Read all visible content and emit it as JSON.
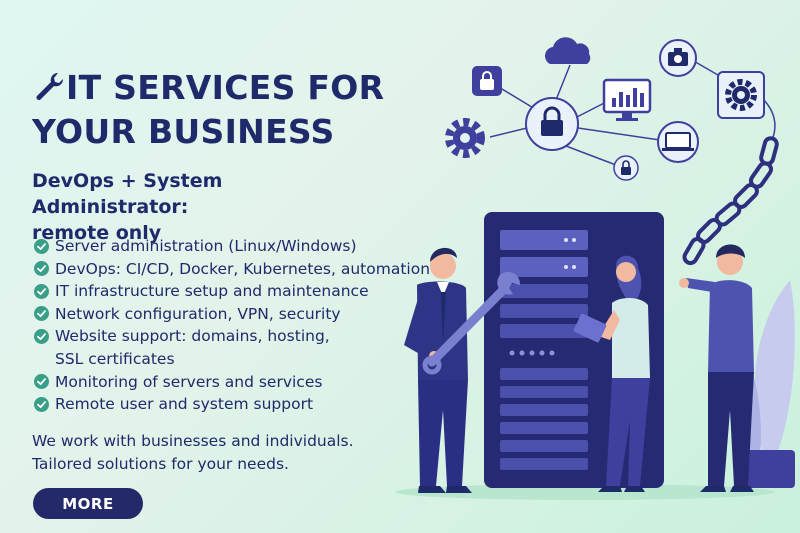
{
  "colors": {
    "navy": "#1f2a6b",
    "indigo": "#3f3f9e",
    "accent_teal": "#3a9f88",
    "background": "#dff6f2",
    "button": "#24296a"
  },
  "header": {
    "title_icon": "wrench-icon",
    "title_lines": [
      "IT SERVICES FOR",
      "YOUR BUSINESS"
    ],
    "subtitle_lines": [
      "DevOps + System Administrator:",
      "remote only"
    ]
  },
  "services": [
    {
      "icon": "check-circle-icon",
      "lines": [
        "Server administration (Linux/Windows)"
      ]
    },
    {
      "icon": "check-circle-icon",
      "lines": [
        "DevOps: CI/CD, Docker, Kubernetes, automation"
      ]
    },
    {
      "icon": "check-circle-icon",
      "lines": [
        "IT infrastructure setup and maintenance"
      ]
    },
    {
      "icon": "check-circle-icon",
      "lines": [
        "Network configuration, VPN, security"
      ]
    },
    {
      "icon": "check-circle-icon",
      "lines": [
        "Website support: domains, hosting,",
        "SSL certificates"
      ]
    },
    {
      "icon": "check-circle-icon",
      "lines": [
        "Monitoring of servers and services"
      ]
    },
    {
      "icon": "check-circle-icon",
      "lines": [
        "Remote user and system support"
      ]
    }
  ],
  "tagline_lines": [
    "We work with businesses and individuals.",
    "Tailored solutions for your needs."
  ],
  "cta": {
    "label": "MORE"
  },
  "illustration_icons": [
    "cloud-icon",
    "lock-icon",
    "monitor-chart-icon",
    "camera-icon",
    "gear-icon",
    "laptop-icon",
    "chain-icon",
    "server-rack-icon"
  ]
}
